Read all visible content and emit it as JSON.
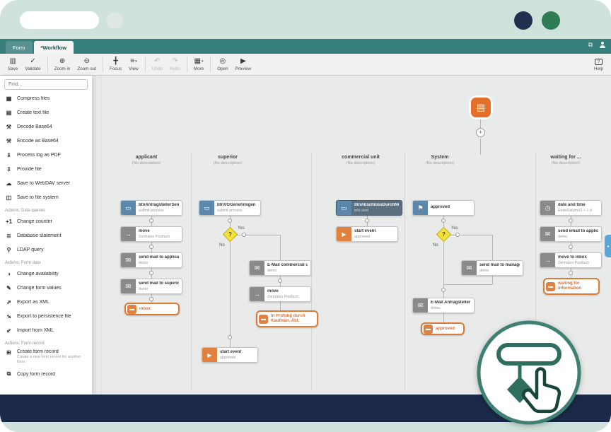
{
  "window": {
    "tabs": [
      "Form",
      "*Workflow"
    ]
  },
  "toolbar": {
    "buttons": [
      "Save",
      "Validate",
      "Zoom in",
      "Zoom out",
      "Focus",
      "View",
      "Undo",
      "Redo",
      "More",
      "Open",
      "Preview"
    ],
    "help": "Help"
  },
  "sidebar": {
    "find_placeholder": "Find...",
    "items": [
      {
        "label": "Compress files"
      },
      {
        "label": "Create text file"
      },
      {
        "label": "Decode Base64"
      },
      {
        "label": "Encode as Base64"
      },
      {
        "label": "Process log as PDF"
      },
      {
        "label": "Provide file"
      },
      {
        "label": "Save to WebDAV server"
      },
      {
        "label": "Save to file system"
      }
    ],
    "sections": [
      {
        "title": "Actions: Data queries",
        "items": [
          {
            "label": "Change counter"
          },
          {
            "label": "Database statement"
          },
          {
            "label": "LDAP query"
          }
        ]
      },
      {
        "title": "Actions: Form data",
        "items": [
          {
            "label": "Change availability"
          },
          {
            "label": "Change form values"
          },
          {
            "label": "Export as XML"
          },
          {
            "label": "Export to persistence file"
          },
          {
            "label": "Import from XML"
          }
        ]
      },
      {
        "title": "Actions: Form record",
        "items": [
          {
            "label": "Create form record",
            "desc": "Create a new form record for another form"
          },
          {
            "label": "Copy form record"
          }
        ]
      }
    ]
  },
  "canvas": {
    "lanes": [
      {
        "title": "applicant",
        "desc": "(No description)"
      },
      {
        "title": "superior",
        "desc": "(No description)"
      },
      {
        "title": "commercial unit",
        "desc": "(No description)"
      },
      {
        "title": "System",
        "desc": "(No description)"
      },
      {
        "title": "waiting for ...",
        "desc": "(No description)"
      }
    ],
    "nodes": [
      {
        "label": "btnAntragstellerSenden",
        "sub": "submit process"
      },
      {
        "label": "move",
        "sub": "Zentrales Postfach"
      },
      {
        "label": "send mail to applicant",
        "sub": "demo"
      },
      {
        "label": "send mail to superior",
        "sub": "demo"
      },
      {
        "label": "inbox"
      },
      {
        "label": "btnVGGenehmigen",
        "sub": "submit process"
      },
      {
        "label": "E-Mail commercial unit",
        "sub": "demo"
      },
      {
        "label": "move",
        "sub": "Zentrales Postfach"
      },
      {
        "label": "In Prüfung durch Kaufmän. Abt."
      },
      {
        "label": "start event",
        "sub": "approved"
      },
      {
        "label": "btnAbschlussDurchNKA",
        "sub": "info sent"
      },
      {
        "label": "start event",
        "sub": "approved"
      },
      {
        "label": "approved"
      },
      {
        "label": "send mail to manageme...",
        "sub": "demo"
      },
      {
        "label": "E-Mail Antragsteller",
        "sub": "demo"
      },
      {
        "label": "approved"
      },
      {
        "label": "date and time",
        "sub": "EndeDatumV2 + 1 d"
      },
      {
        "label": "send email to applicant",
        "sub": "demo"
      },
      {
        "label": "move to inbox",
        "sub": "Zentrales Postfach"
      },
      {
        "label": "waiting for information"
      }
    ],
    "labels": {
      "yes": "Yes",
      "no": "No",
      "q": "?"
    }
  },
  "colors": {
    "header_teal": "#377f7c",
    "mint": "#cfe2dc",
    "navy_footer": "#1b2a49",
    "orange_accent": "#e0813f",
    "yellow_gateway": "#f3e13c",
    "node_blue": "#5b87ab",
    "badge_teal": "#2f6e5f"
  },
  "icons": {
    "archive-icon": "▦",
    "textfile-icon": "▤",
    "decode-icon": "⚒",
    "encode-icon": "⚒",
    "pdf-icon": "⇓",
    "provide-file-icon": "⇩",
    "cloud-icon": "☁",
    "save-disk-icon": "◫",
    "counter-icon": "+1",
    "database-icon": "≣",
    "ldap-search-icon": "⚲",
    "availability-icon": "◑",
    "edit-icon": "✎",
    "export-xml-icon": "⇗",
    "export-file-icon": "⇘",
    "import-xml-icon": "⇙",
    "add-record-icon": "⊞",
    "copy-icon": "⧉",
    "save-icon": "▥",
    "validate-icon": "✓",
    "zoom-in-icon": "⊕",
    "zoom-out-icon": "⊖",
    "focus-icon": "╋",
    "view-icon": "≡",
    "undo-icon": "↶",
    "redo-icon": "↷",
    "more-icon": "▦",
    "open-icon": "◎",
    "preview-icon": "▶",
    "help-icon": "?",
    "caret-down-icon": "▾",
    "window-icon": "⧉",
    "mail-icon": "✉",
    "move-icon": "→",
    "clock-icon": "◷",
    "flag-icon": "⚑",
    "button-icon": "▭",
    "play-icon": "▶",
    "state-icon": "▬",
    "plus-icon": "+",
    "chevron-left-icon": "◂",
    "form-icon": "▤"
  }
}
